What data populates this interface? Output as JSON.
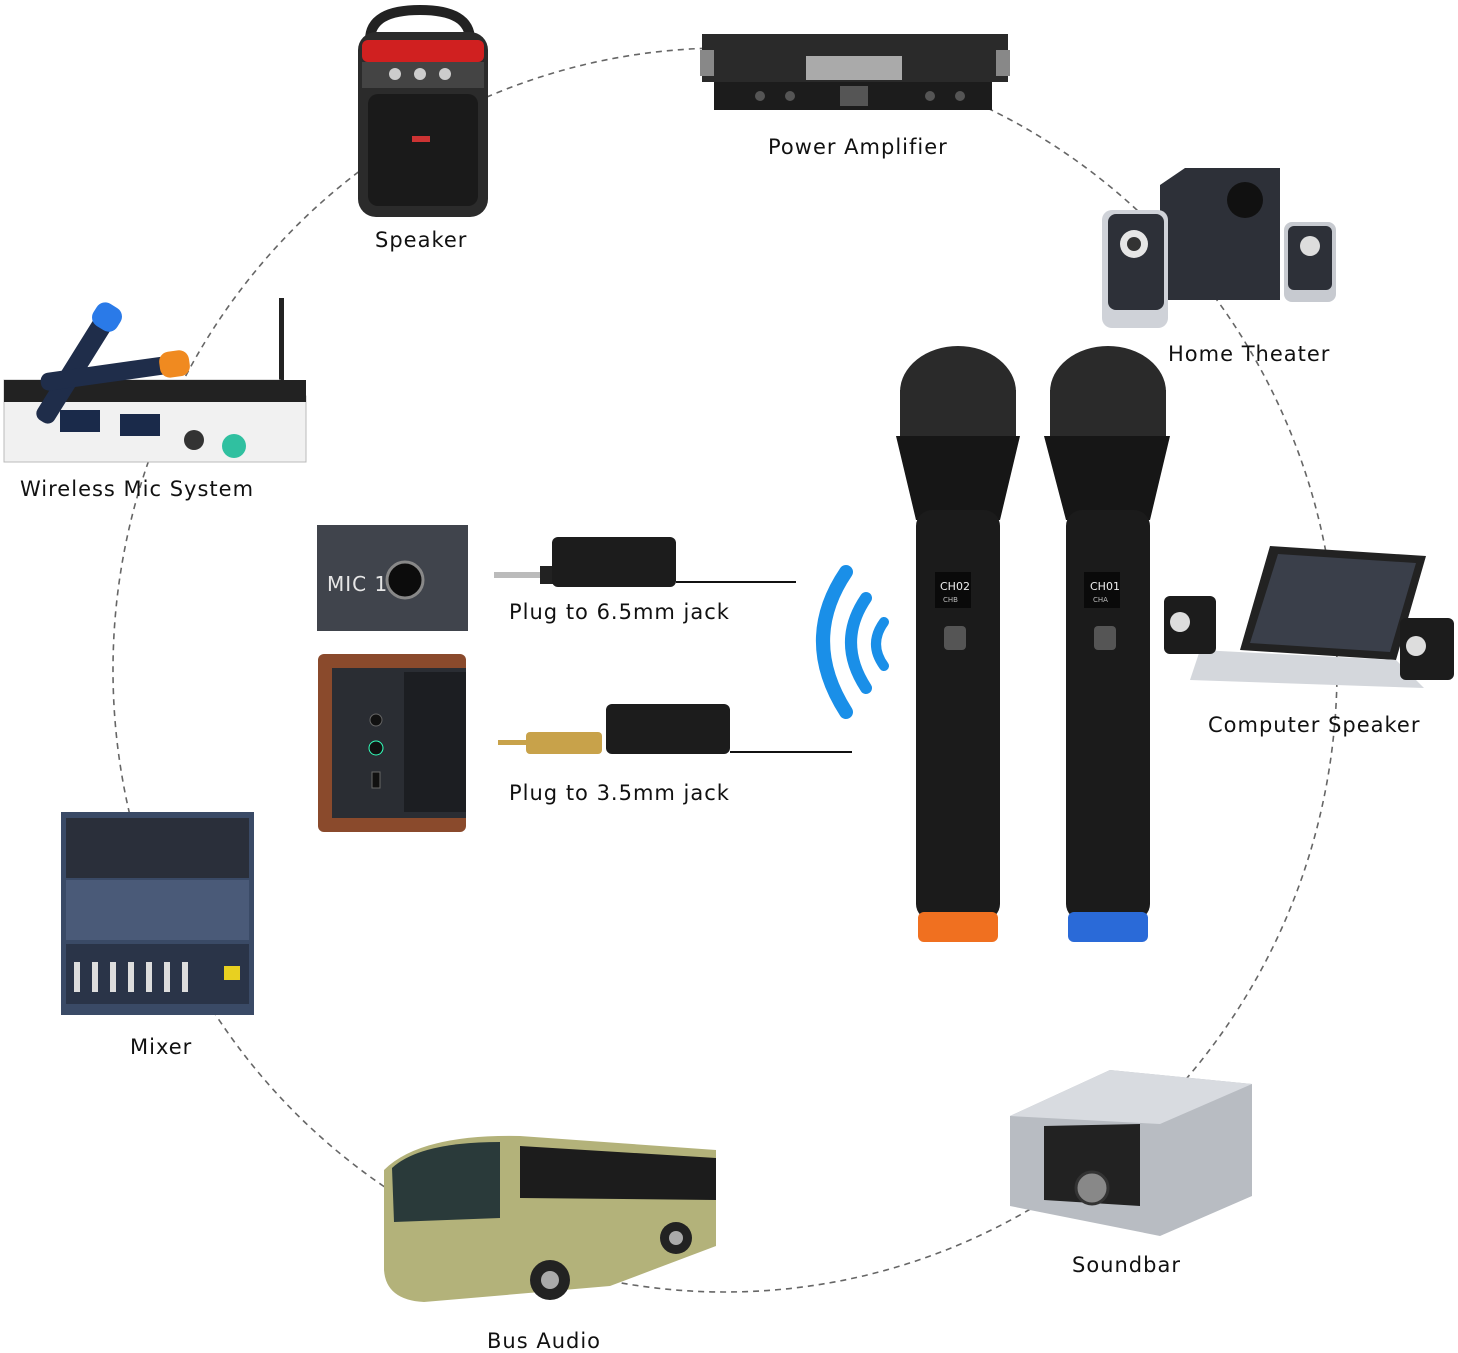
{
  "devices": {
    "speaker": "Speaker",
    "power_amplifier": "Power Amplifier",
    "home_theater": "Home Theater",
    "wireless_mic_system": "Wireless Mic System",
    "computer_speaker": "Computer Speaker",
    "mixer": "Mixer",
    "soundbar": "Soundbar",
    "bus_audio": "Bus Audio"
  },
  "receivers": {
    "jack_65": "Plug to 6.5mm jack",
    "jack_35": "Plug to 3.5mm jack",
    "panel_label": "MIC 1"
  },
  "mics": {
    "left_display_channel": "CH02",
    "left_display_sub": "CHB",
    "right_display_channel": "CH01",
    "right_display_sub": "CHA"
  },
  "colors": {
    "signal_blue": "#1a8fe8",
    "mic_orange": "#f07020",
    "mic_blue": "#2a6ad8"
  },
  "icons": [
    "speaker-icon",
    "power-amplifier-icon",
    "home-theater-icon",
    "wireless-mic-system-icon",
    "computer-speaker-icon",
    "mixer-icon",
    "soundbar-icon",
    "bus-icon",
    "wireless-signal-icon",
    "microphone-icon"
  ]
}
